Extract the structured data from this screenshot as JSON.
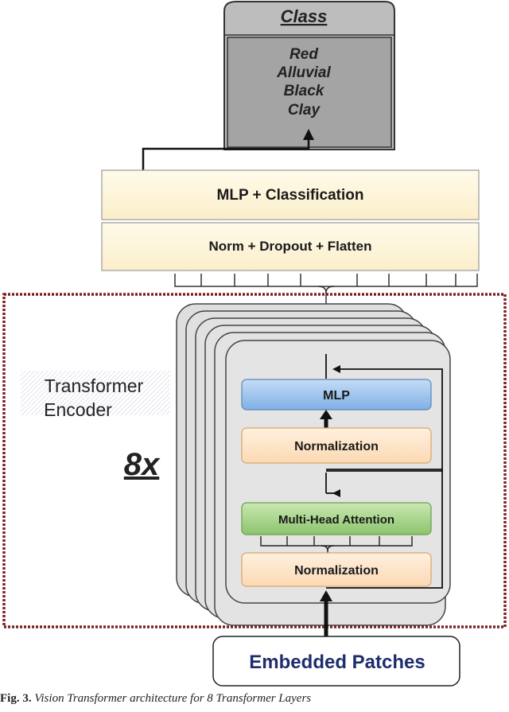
{
  "class_box": {
    "title": "Class",
    "classes": [
      "Red",
      "Alluvial",
      "Black",
      "Clay"
    ]
  },
  "head": {
    "mlp_label": "MLP + Classification",
    "norm_label": "Norm + Dropout + Flatten"
  },
  "encoder": {
    "label_line1": "Transformer",
    "label_line2": "Encoder",
    "repeat": "8x",
    "mlp": "MLP",
    "norm_top": "Normalization",
    "attention": "Multi-Head Attention",
    "norm_bottom": "Normalization"
  },
  "input": {
    "label": "Embedded Patches"
  },
  "caption": {
    "fig": "Fig. 3.",
    "text": "Vision Transformer architecture for 8 Transformer Layers"
  },
  "colors": {
    "class_outer": "#bfbfbf",
    "class_inner": "#a6a6a6",
    "head_fill": "#fdf5dc",
    "encoder_fill": "#e3e3e3",
    "mlp_fill": "#9dc3ee",
    "norm_fill": "#fde3c6",
    "attention_fill": "#a9d58e",
    "dashed_border": "#7b2020"
  }
}
